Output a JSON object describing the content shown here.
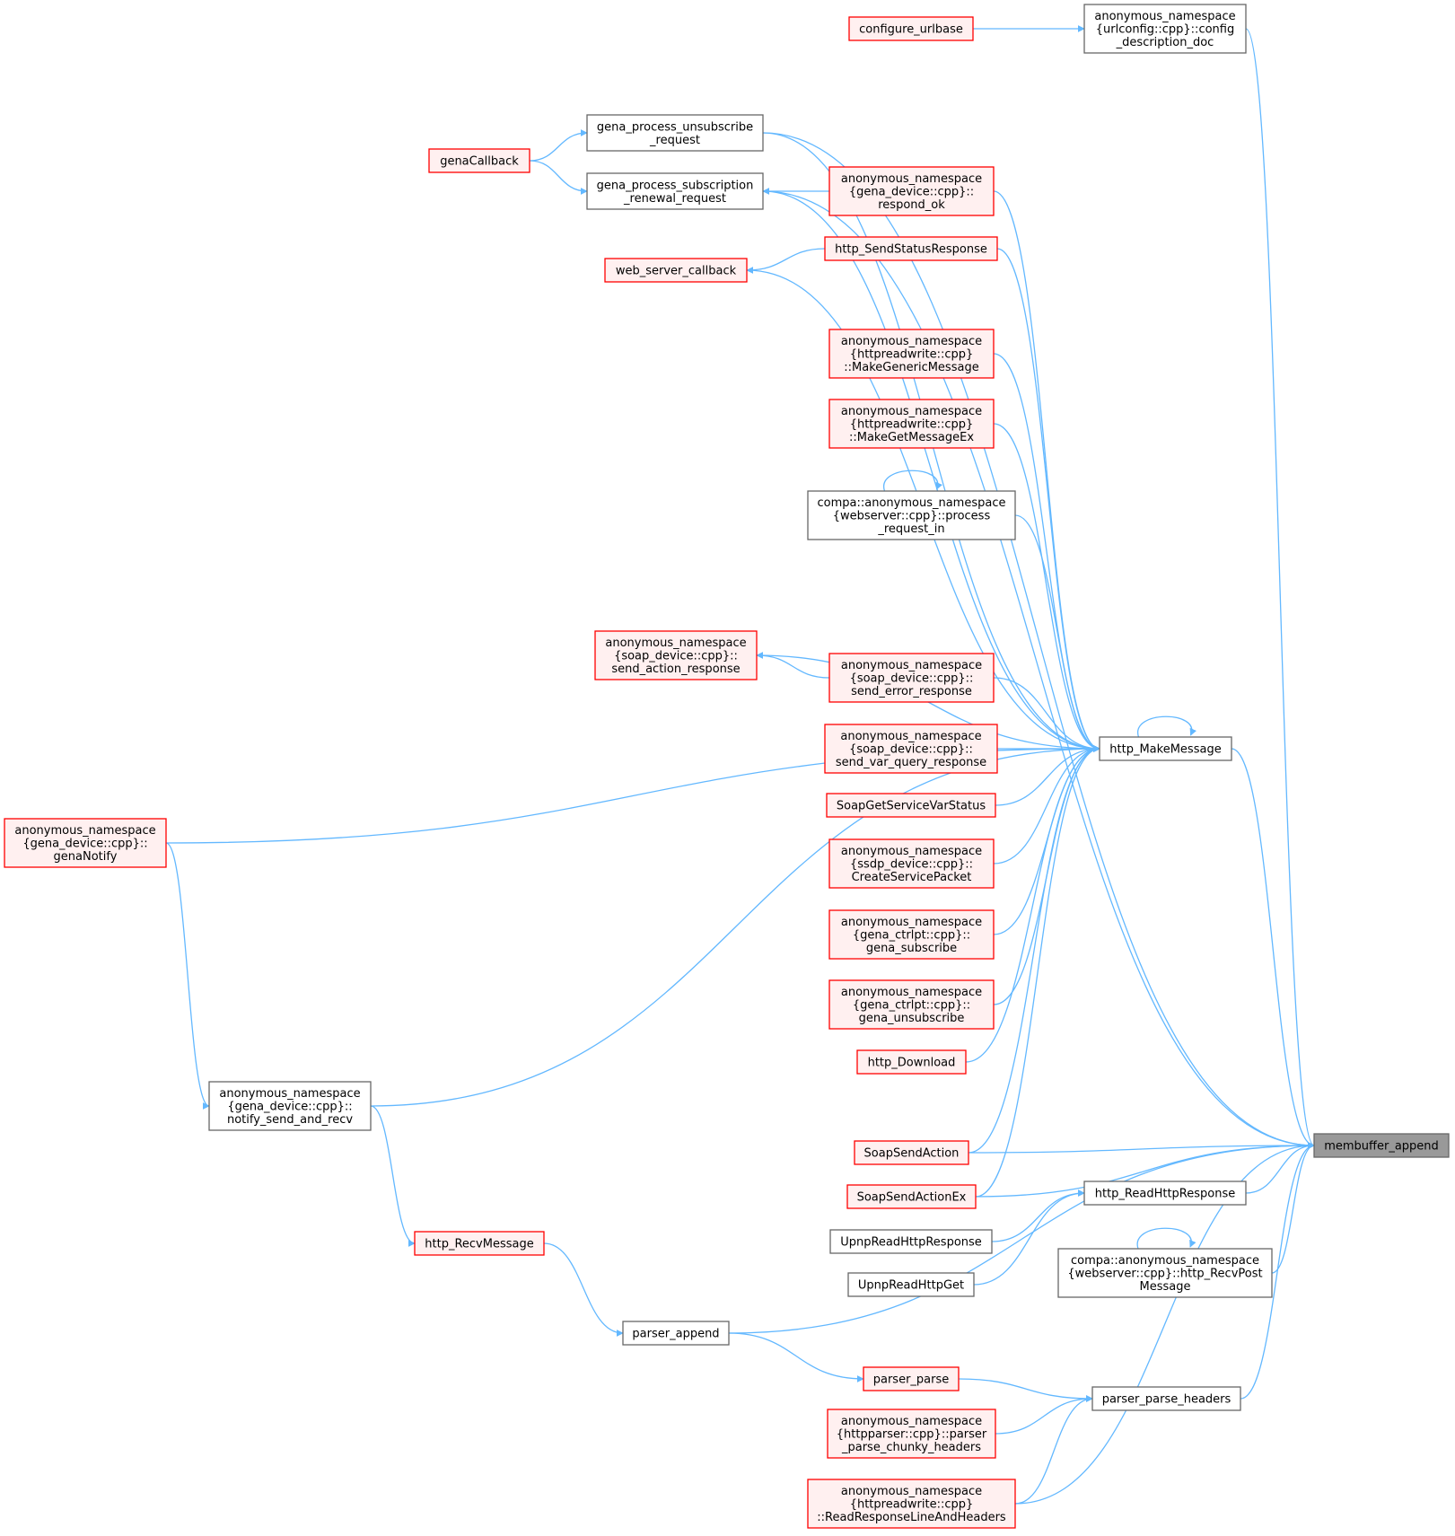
{
  "colors": {
    "edge": "#63b8ff",
    "node_border": "#666666",
    "node_fill": "#ffffff",
    "red_border": "#ff0000",
    "red_fill": "#fff0f0",
    "target_fill": "#999999"
  },
  "nodes": [
    {
      "id": "membuffer_append",
      "style": "target",
      "lines": [
        "membuffer_append"
      ]
    },
    {
      "id": "config_description_doc",
      "style": "normal",
      "lines": [
        "anonymous_namespace",
        "{urlconfig::cpp}::config",
        "_description_doc"
      ]
    },
    {
      "id": "configure_urlbase",
      "style": "red",
      "lines": [
        "configure_urlbase"
      ]
    },
    {
      "id": "gena_process_unsubscribe_request",
      "style": "normal",
      "lines": [
        "gena_process_unsubscribe",
        "_request"
      ]
    },
    {
      "id": "gena_process_subscription_renewal_request",
      "style": "normal",
      "lines": [
        "gena_process_subscription",
        "_renewal_request"
      ]
    },
    {
      "id": "genaCallback",
      "style": "red",
      "lines": [
        "genaCallback"
      ]
    },
    {
      "id": "respond_ok",
      "style": "red",
      "lines": [
        "anonymous_namespace",
        "{gena_device::cpp}::",
        "respond_ok"
      ]
    },
    {
      "id": "http_SendStatusResponse",
      "style": "red",
      "lines": [
        "http_SendStatusResponse"
      ]
    },
    {
      "id": "web_server_callback",
      "style": "red",
      "lines": [
        "web_server_callback"
      ]
    },
    {
      "id": "MakeGenericMessage",
      "style": "red",
      "lines": [
        "anonymous_namespace",
        "{httpreadwrite::cpp}",
        "::MakeGenericMessage"
      ]
    },
    {
      "id": "MakeGetMessageEx",
      "style": "red",
      "lines": [
        "anonymous_namespace",
        "{httpreadwrite::cpp}",
        "::MakeGetMessageEx"
      ]
    },
    {
      "id": "process_request_in",
      "style": "normal",
      "lines": [
        "compa::anonymous_namespace",
        "{webserver::cpp}::process",
        "_request_in"
      ]
    },
    {
      "id": "send_action_response",
      "style": "red",
      "lines": [
        "anonymous_namespace",
        "{soap_device::cpp}::",
        "send_action_response"
      ]
    },
    {
      "id": "send_error_response",
      "style": "red",
      "lines": [
        "anonymous_namespace",
        "{soap_device::cpp}::",
        "send_error_response"
      ]
    },
    {
      "id": "send_var_query_response",
      "style": "red",
      "lines": [
        "anonymous_namespace",
        "{soap_device::cpp}::",
        "send_var_query_response"
      ]
    },
    {
      "id": "http_MakeMessage",
      "style": "normal",
      "lines": [
        "http_MakeMessage"
      ]
    },
    {
      "id": "SoapGetServiceVarStatus",
      "style": "red",
      "lines": [
        "SoapGetServiceVarStatus"
      ]
    },
    {
      "id": "CreateServicePacket",
      "style": "red",
      "lines": [
        "anonymous_namespace",
        "{ssdp_device::cpp}::",
        "CreateServicePacket"
      ]
    },
    {
      "id": "gena_subscribe",
      "style": "red",
      "lines": [
        "anonymous_namespace",
        "{gena_ctrlpt::cpp}::",
        "gena_subscribe"
      ]
    },
    {
      "id": "gena_unsubscribe",
      "style": "red",
      "lines": [
        "anonymous_namespace",
        "{gena_ctrlpt::cpp}::",
        "gena_unsubscribe"
      ]
    },
    {
      "id": "http_Download",
      "style": "red",
      "lines": [
        "http_Download"
      ]
    },
    {
      "id": "genaNotify",
      "style": "red",
      "lines": [
        "anonymous_namespace",
        "{gena_device::cpp}::",
        "genaNotify"
      ]
    },
    {
      "id": "notify_send_and_recv",
      "style": "normal",
      "lines": [
        "anonymous_namespace",
        "{gena_device::cpp}::",
        "notify_send_and_recv"
      ]
    },
    {
      "id": "SoapSendAction",
      "style": "red",
      "lines": [
        "SoapSendAction"
      ]
    },
    {
      "id": "SoapSendActionEx",
      "style": "red",
      "lines": [
        "SoapSendActionEx"
      ]
    },
    {
      "id": "http_ReadHttpResponse",
      "style": "normal",
      "lines": [
        "http_ReadHttpResponse"
      ]
    },
    {
      "id": "UpnpReadHttpResponse",
      "style": "normal",
      "lines": [
        "UpnpReadHttpResponse"
      ]
    },
    {
      "id": "UpnpReadHttpGet",
      "style": "normal",
      "lines": [
        "UpnpReadHttpGet"
      ]
    },
    {
      "id": "http_RecvPostMessage",
      "style": "normal",
      "lines": [
        "compa::anonymous_namespace",
        "{webserver::cpp}::http_RecvPost",
        "Message"
      ]
    },
    {
      "id": "http_RecvMessage",
      "style": "red",
      "lines": [
        "http_RecvMessage"
      ]
    },
    {
      "id": "parser_append",
      "style": "normal",
      "lines": [
        "parser_append"
      ]
    },
    {
      "id": "parser_parse",
      "style": "red",
      "lines": [
        "parser_parse"
      ]
    },
    {
      "id": "parser_parse_headers",
      "style": "normal",
      "lines": [
        "parser_parse_headers"
      ]
    },
    {
      "id": "parser_parse_chunky_headers",
      "style": "red",
      "lines": [
        "anonymous_namespace",
        "{httpparser::cpp}::parser",
        "_parse_chunky_headers"
      ]
    },
    {
      "id": "ReadResponseLineAndHeaders",
      "style": "red",
      "lines": [
        "anonymous_namespace",
        "{httpreadwrite::cpp}",
        "::ReadResponseLineAndHeaders"
      ]
    }
  ],
  "edges": [
    [
      "configure_urlbase",
      "config_description_doc"
    ],
    [
      "config_description_doc",
      "membuffer_append"
    ],
    [
      "genaCallback",
      "gena_process_unsubscribe_request"
    ],
    [
      "genaCallback",
      "gena_process_subscription_renewal_request"
    ],
    [
      "gena_process_unsubscribe_request",
      "http_MakeMessage"
    ],
    [
      "gena_process_subscription_renewal_request",
      "http_MakeMessage"
    ],
    [
      "respond_ok",
      "gena_process_subscription_renewal_request"
    ],
    [
      "respond_ok",
      "http_MakeMessage"
    ],
    [
      "http_SendStatusResponse",
      "web_server_callback"
    ],
    [
      "http_SendStatusResponse",
      "http_MakeMessage"
    ],
    [
      "web_server_callback",
      "http_MakeMessage"
    ],
    [
      "MakeGenericMessage",
      "http_MakeMessage"
    ],
    [
      "MakeGetMessageEx",
      "http_MakeMessage"
    ],
    [
      "process_request_in",
      "process_request_in"
    ],
    [
      "process_request_in",
      "http_MakeMessage"
    ],
    [
      "genaNotify",
      "http_MakeMessage"
    ],
    [
      "send_action_response",
      "http_MakeMessage"
    ],
    [
      "send_error_response",
      "send_action_response"
    ],
    [
      "send_error_response",
      "http_MakeMessage"
    ],
    [
      "send_var_query_response",
      "http_MakeMessage"
    ],
    [
      "http_MakeMessage",
      "http_MakeMessage"
    ],
    [
      "SoapGetServiceVarStatus",
      "http_MakeMessage"
    ],
    [
      "CreateServicePacket",
      "http_MakeMessage"
    ],
    [
      "gena_subscribe",
      "http_MakeMessage"
    ],
    [
      "gena_unsubscribe",
      "http_MakeMessage"
    ],
    [
      "http_Download",
      "http_MakeMessage"
    ],
    [
      "notify_send_and_recv",
      "http_MakeMessage"
    ],
    [
      "SoapSendAction",
      "http_MakeMessage"
    ],
    [
      "SoapSendActionEx",
      "http_MakeMessage"
    ],
    [
      "http_MakeMessage",
      "membuffer_append"
    ],
    [
      "genaNotify",
      "notify_send_and_recv"
    ],
    [
      "SoapSendAction",
      "membuffer_append"
    ],
    [
      "SoapSendActionEx",
      "membuffer_append"
    ],
    [
      "http_ReadHttpResponse",
      "membuffer_append"
    ],
    [
      "UpnpReadHttpResponse",
      "http_ReadHttpResponse"
    ],
    [
      "UpnpReadHttpGet",
      "http_ReadHttpResponse"
    ],
    [
      "http_RecvPostMessage",
      "http_RecvPostMessage"
    ],
    [
      "http_RecvPostMessage",
      "membuffer_append"
    ],
    [
      "notify_send_and_recv",
      "http_RecvMessage"
    ],
    [
      "http_RecvMessage",
      "parser_append"
    ],
    [
      "parser_append",
      "membuffer_append"
    ],
    [
      "parser_append",
      "parser_parse"
    ],
    [
      "parser_parse",
      "parser_parse_headers"
    ],
    [
      "parser_parse_headers",
      "membuffer_append"
    ],
    [
      "parser_parse_chunky_headers",
      "parser_parse_headers"
    ],
    [
      "ReadResponseLineAndHeaders",
      "parser_parse_headers"
    ],
    [
      "ReadResponseLineAndHeaders",
      "membuffer_append"
    ],
    [
      "gena_process_unsubscribe_request",
      "membuffer_append"
    ],
    [
      "gena_process_subscription_renewal_request",
      "membuffer_append"
    ]
  ]
}
